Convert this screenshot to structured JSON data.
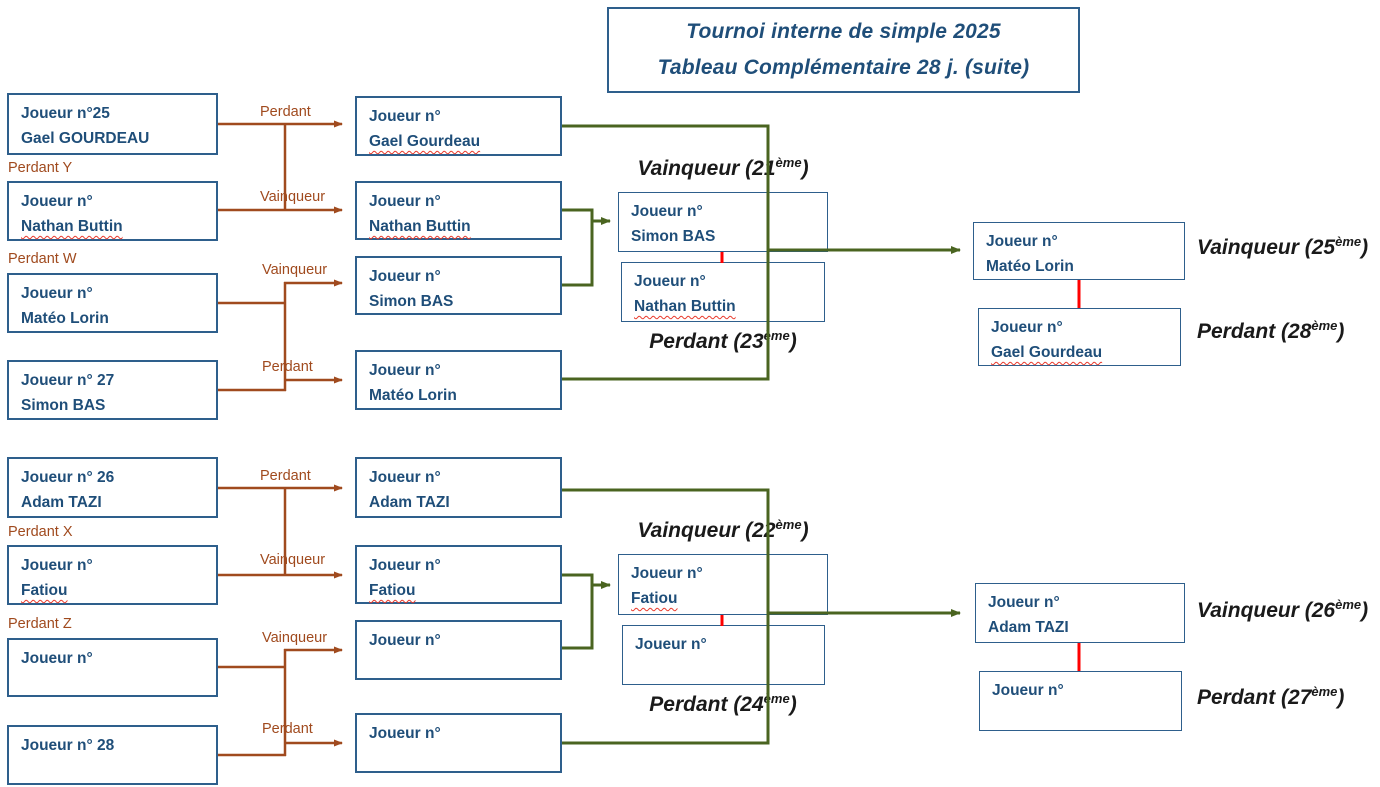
{
  "title": {
    "line1": "Tournoi interne de simple 2025",
    "line2": "Tableau Complémentaire 28 j. (suite)"
  },
  "colors": {
    "text_blue": "#1F4E79",
    "border_blue": "#2E5F8C",
    "connector_brown": "#A04A1E",
    "connector_green": "#4A6420",
    "match_tick_red": "#FF0000",
    "outcome_black": "#1A1A1A",
    "spellcheck_red": "#E8392B"
  },
  "boxes": {
    "b1": {
      "line1": "Joueur n°25",
      "line2": "Gael GOURDEAU"
    },
    "b2": {
      "line1": "Joueur n°",
      "line2": "Nathan Buttin"
    },
    "b3": {
      "line1": "Joueur n°",
      "line2": "Matéo Lorin"
    },
    "b4": {
      "line1": "Joueur n° 27",
      "line2": "Simon BAS"
    },
    "b5": {
      "line1": "Joueur n° 26",
      "line2": "Adam TAZI"
    },
    "b6": {
      "line1": "Joueur n°",
      "line2": "Fatiou"
    },
    "b7": {
      "line1": "Joueur n°",
      "line2": ""
    },
    "b8": {
      "line1": "Joueur n° 28",
      "line2": ""
    },
    "c1": {
      "line1": "Joueur n°",
      "line2": "Gael Gourdeau"
    },
    "c2": {
      "line1": "Joueur n°",
      "line2": "Nathan Buttin"
    },
    "c3": {
      "line1": "Joueur n°",
      "line2": "Simon BAS"
    },
    "c4": {
      "line1": "Joueur n°",
      "line2": "Matéo Lorin"
    },
    "c5": {
      "line1": "Joueur n°",
      "line2": "Adam TAZI"
    },
    "c6": {
      "line1": "Joueur n°",
      "line2": "Fatiou"
    },
    "c7": {
      "line1": "Joueur n°",
      "line2": ""
    },
    "c8": {
      "line1": "Joueur n°",
      "line2": ""
    },
    "d1": {
      "line1": "Joueur n°",
      "line2": "Simon BAS"
    },
    "d2": {
      "line1": "Joueur n°",
      "line2": "Nathan Buttin"
    },
    "d3": {
      "line1": "Joueur n°",
      "line2": "Fatiou"
    },
    "d4": {
      "line1": "Joueur n°",
      "line2": ""
    },
    "e1": {
      "line1": "Joueur n°",
      "line2": "Matéo Lorin"
    },
    "e2": {
      "line1": "Joueur n°",
      "line2": "Gael Gourdeau"
    },
    "e3": {
      "line1": "Joueur n°",
      "line2": "Adam TAZI"
    },
    "e4": {
      "line1": "Joueur n°",
      "line2": ""
    }
  },
  "feeder_labels": {
    "y": "Perdant Y",
    "w": "Perdant W",
    "x": "Perdant X",
    "z": "Perdant Z"
  },
  "arrow_labels": {
    "top1": "Perdant",
    "top2": "Vainqueur",
    "top3": "Vainqueur",
    "top4": "Perdant",
    "bot1": "Perdant",
    "bot2": "Vainqueur",
    "bot3": "Vainqueur",
    "bot4": "Perdant"
  },
  "outcomes": {
    "o21": {
      "pre": "Vainqueur (21",
      "sup": "ème",
      "post": ")"
    },
    "o23": {
      "pre": "Perdant (23",
      "sup": "ème",
      "post": ")"
    },
    "o22": {
      "pre": "Vainqueur (22",
      "sup": "ème",
      "post": ")"
    },
    "o24": {
      "pre": "Perdant (24",
      "sup": "ème",
      "post": ")"
    },
    "o25": {
      "pre": "Vainqueur (25",
      "sup": "ème",
      "post": ")"
    },
    "o28": {
      "pre": "Perdant (28",
      "sup": "ème",
      "post": ")"
    },
    "o26": {
      "pre": "Vainqueur (26",
      "sup": "ème",
      "post": ")"
    },
    "o27": {
      "pre": "Perdant (27",
      "sup": "ème",
      "post": ")"
    }
  }
}
